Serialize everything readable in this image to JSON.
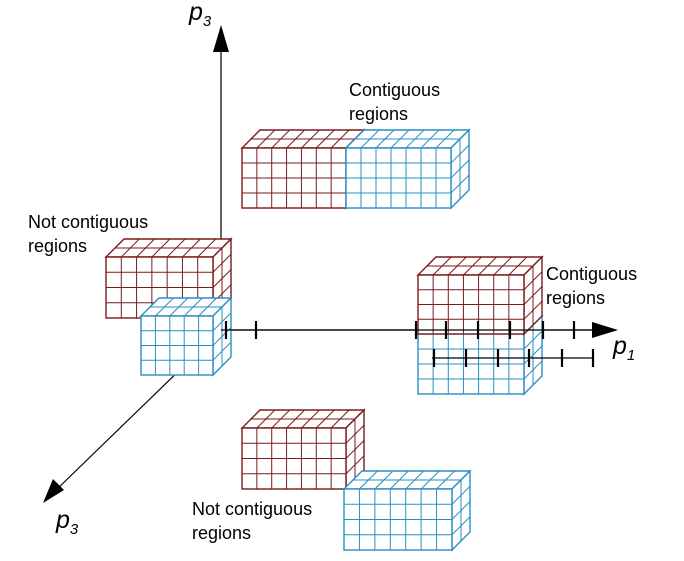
{
  "axes": {
    "vertical": {
      "letter": "p",
      "index": "3"
    },
    "horizontal": {
      "letter": "p",
      "index": "1"
    },
    "depth": {
      "letter": "p",
      "index": "3"
    }
  },
  "labels": {
    "top_pair": {
      "line1": "Contiguous",
      "line2": "regions"
    },
    "left_pair": {
      "line1": "Not contiguous",
      "line2": "regions"
    },
    "right_pair": {
      "line1": "Contiguous",
      "line2": "regions"
    },
    "bottom_pair": {
      "line1": "Not contiguous",
      "line2": "regions"
    }
  },
  "colors": {
    "red_block": "#7a1a1a",
    "blue_block": "#2a8fc0",
    "axis": "#000000"
  }
}
